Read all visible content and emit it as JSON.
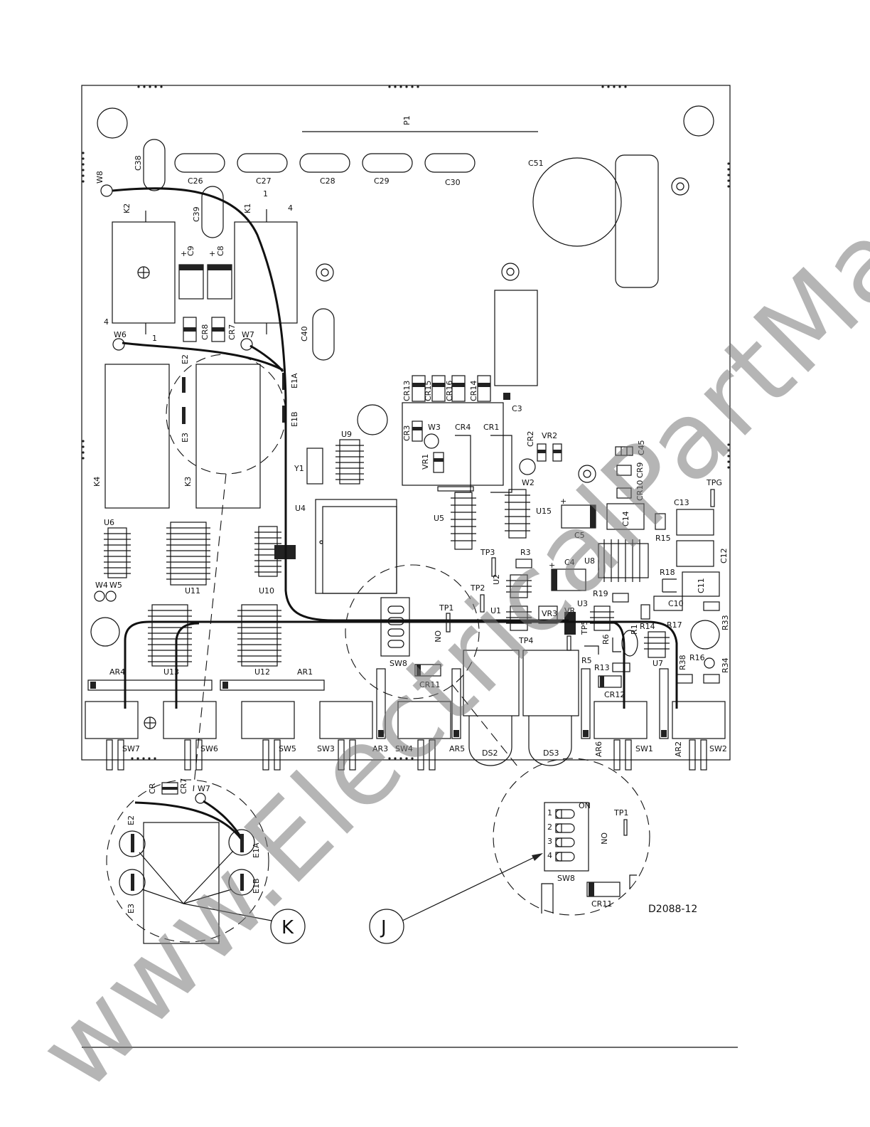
{
  "drawing_number": "D2088-12",
  "callouts": {
    "k": "K",
    "j": "J"
  },
  "watermark": "www.ElectricalPartManuals.com",
  "connector": "P1",
  "labels": {
    "c26": "C26",
    "c27": "C27",
    "c28": "C28",
    "c29": "C29",
    "c30": "C30",
    "c38": "C38",
    "c39": "C39",
    "c40": "C40",
    "c51": "C51",
    "c8": "C8",
    "c9": "C9",
    "c3": "C3",
    "c4": "C4",
    "c5": "C5",
    "c10": "C10",
    "c11": "C11",
    "c12": "C12",
    "c13": "C13",
    "c14": "C14",
    "c45": "C45",
    "k1": "K1",
    "k2": "K2",
    "k3": "K3",
    "k4": "K4",
    "w2": "W2",
    "w3": "W3",
    "w4": "W4",
    "w5": "W5",
    "w6": "W6",
    "w7": "W7",
    "w8": "W8",
    "e1a": "E1A",
    "e1b": "E1B",
    "e2": "E2",
    "e3": "E3",
    "cr1": "CR1",
    "cr2": "CR2",
    "cr3": "CR3",
    "cr4": "CR4",
    "cr7": "CR7",
    "cr8": "CR8",
    "cr9": "CR9",
    "cr10": "CR10",
    "cr11": "CR11",
    "cr12": "CR12",
    "cr13": "CR13",
    "cr14": "CR14",
    "cr15": "CR15",
    "cr16": "CR16",
    "cr": "CR",
    "u1": "U1",
    "u2": "U2",
    "u3": "U3",
    "u4": "U4",
    "u5": "U5",
    "u6": "U6",
    "u7": "U7",
    "u8": "U8",
    "u9": "U9",
    "u10": "U10",
    "u11": "U11",
    "u12": "U12",
    "u13": "U13",
    "u15": "U15",
    "vr1": "VR1",
    "vr2": "VR2",
    "vr3": "VR3",
    "vr": "VR",
    "y1": "Y1",
    "tp1": "TP1",
    "tp2": "TP2",
    "tp3": "TP3",
    "tp4": "TP4",
    "tp5": "TP5",
    "tpg": "TPG",
    "r3": "R3",
    "r5": "R5",
    "r6": "R6",
    "r13": "R13",
    "r14": "R14",
    "r15": "R15",
    "r16": "R16",
    "r17": "R17",
    "r18": "R18",
    "r19": "R19",
    "r33": "R33",
    "r34": "R34",
    "r38": "R38",
    "r11": "R1",
    "ar1": "AR1",
    "ar2": "AR2",
    "ar3": "AR3",
    "ar4": "AR4",
    "ar5": "AR5",
    "ar6": "AR6",
    "sw1": "SW1",
    "sw2": "SW2",
    "sw3": "SW3",
    "sw4": "SW4",
    "sw5": "SW5",
    "sw6": "SW6",
    "sw7": "SW7",
    "sw8": "SW8",
    "ds2": "DS2",
    "ds3": "DS3",
    "on": "ON",
    "pin1": "1",
    "pin2": "2",
    "pin3": "3",
    "pin4": "4",
    "plus": "+"
  }
}
